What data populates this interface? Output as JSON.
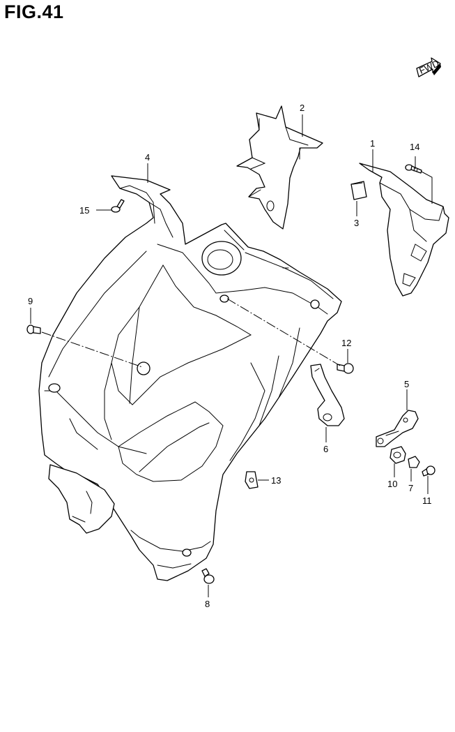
{
  "figure": {
    "title": "FIG.41"
  },
  "direction_badge": {
    "label": "FWD"
  },
  "callouts": [
    {
      "number": "1"
    },
    {
      "number": "2"
    },
    {
      "number": "3"
    },
    {
      "number": "4"
    },
    {
      "number": "5"
    },
    {
      "number": "6"
    },
    {
      "number": "7"
    },
    {
      "number": "8"
    },
    {
      "number": "9"
    },
    {
      "number": "10"
    },
    {
      "number": "11"
    },
    {
      "number": "12"
    },
    {
      "number": "13"
    },
    {
      "number": "14"
    },
    {
      "number": "15"
    }
  ]
}
